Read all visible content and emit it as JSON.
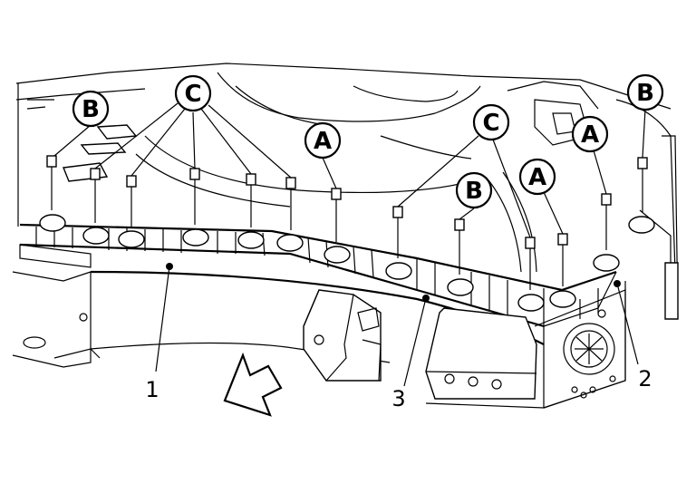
{
  "fastener_callouts": {
    "a": "A",
    "b": "B",
    "c": "C"
  },
  "part_numbers": {
    "one": "1",
    "two": "2",
    "three": "3"
  }
}
